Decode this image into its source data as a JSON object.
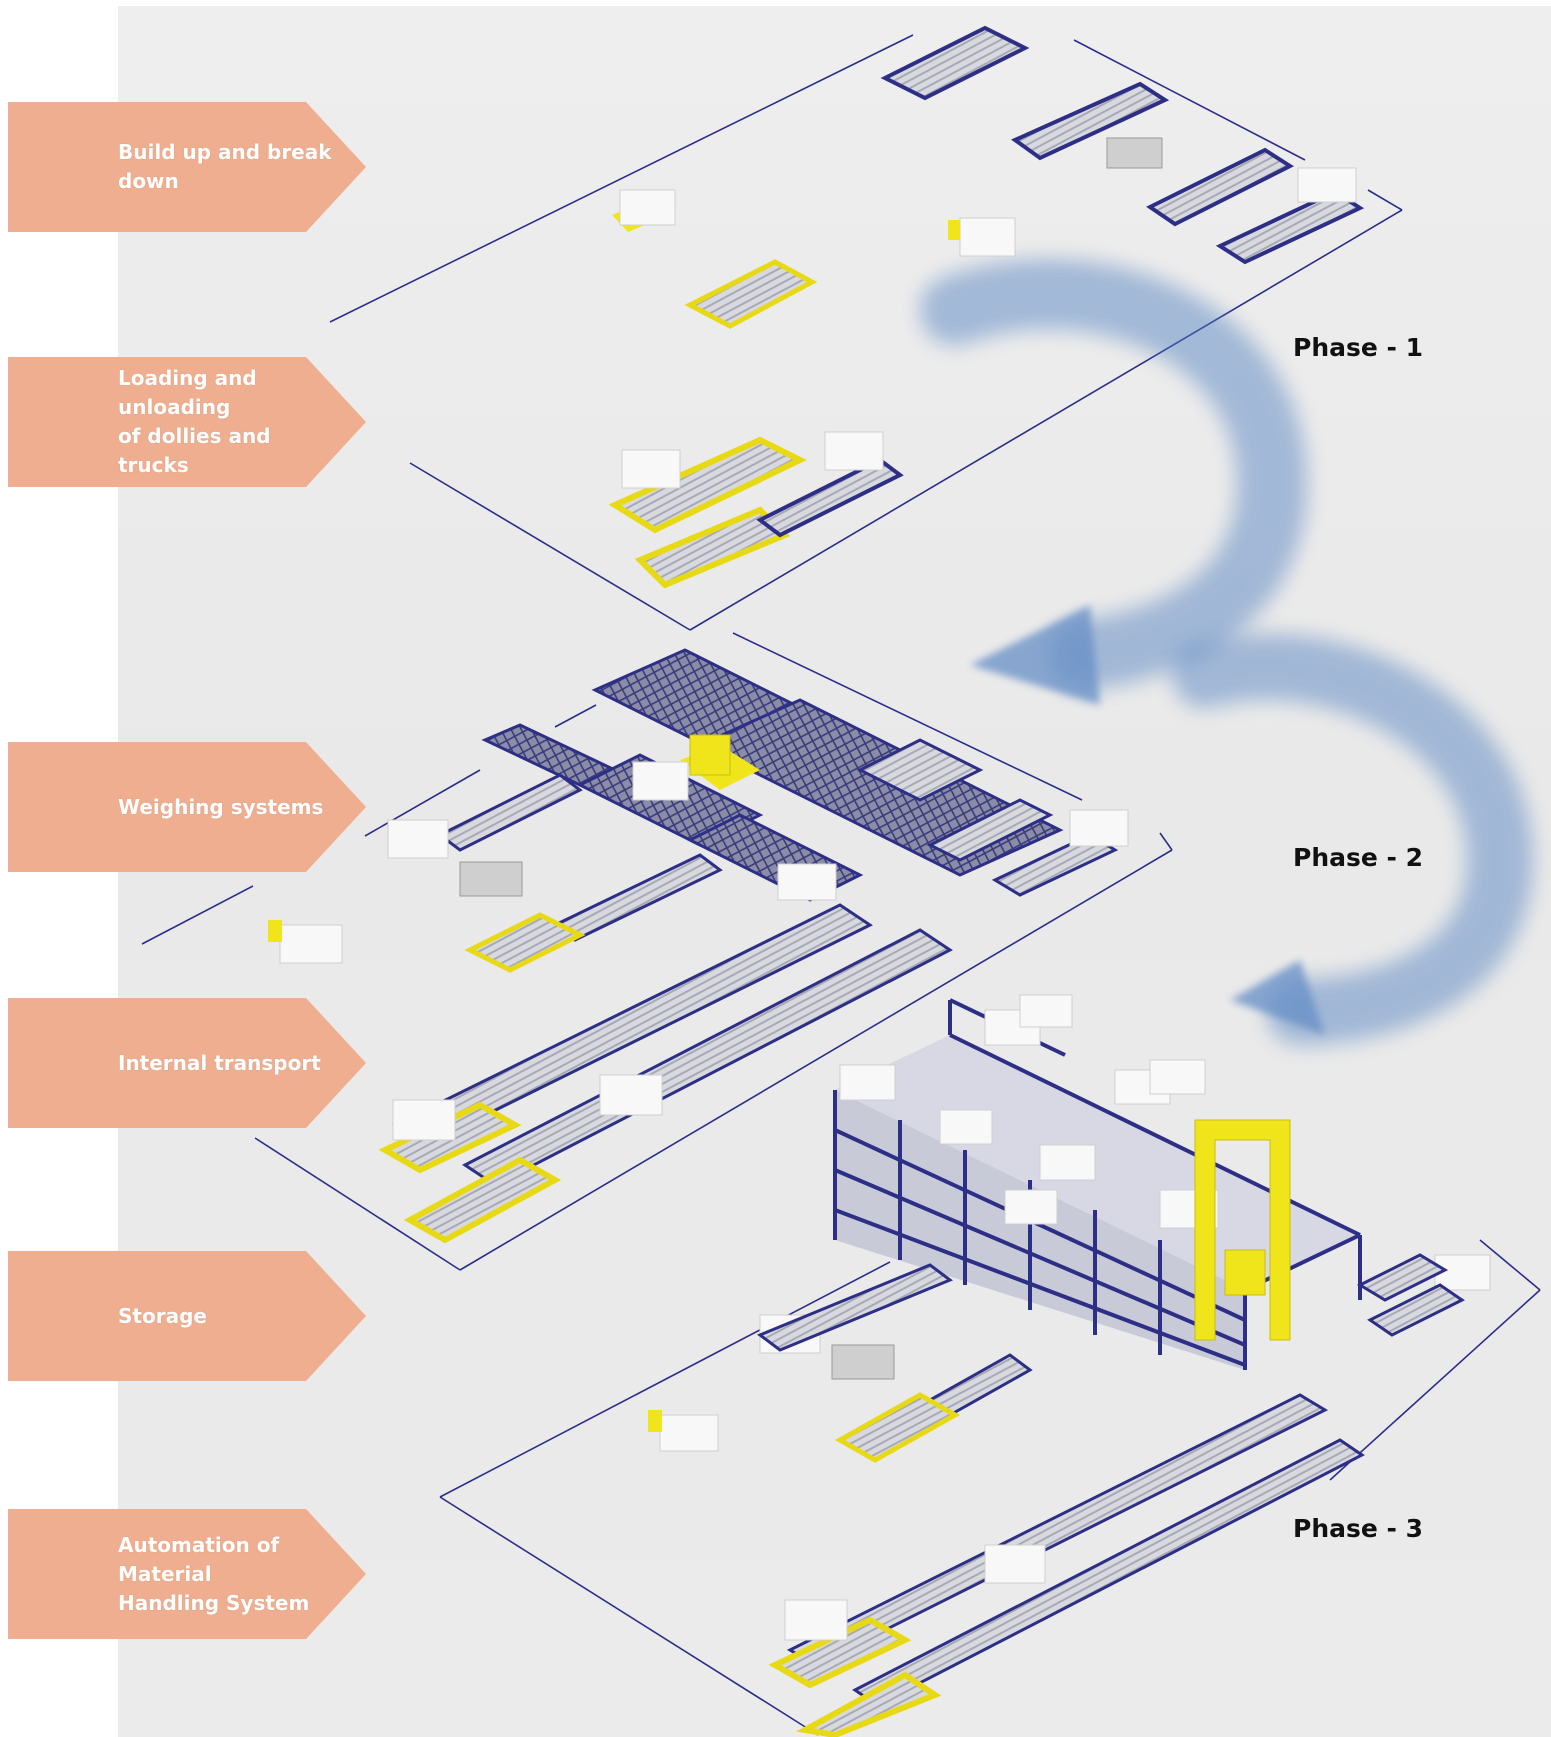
{
  "process_steps": [
    {
      "label": "Build up and break down"
    },
    {
      "label": "Loading and unloading\nof dollies and trucks"
    },
    {
      "label": "Weighing systems"
    },
    {
      "label": "Internal transport"
    },
    {
      "label": "Storage"
    },
    {
      "label": "Automation of Material\nHandling System"
    }
  ],
  "phases": [
    {
      "label": "Phase - 1"
    },
    {
      "label": "Phase - 2"
    },
    {
      "label": "Phase - 3"
    }
  ],
  "colors": {
    "banner": "#eeae8f",
    "arrow": "#4f7fc0",
    "conveyor_frame": "#2d2f86",
    "machinery": "#f0e51a",
    "floor_outline": "#2c2e8a",
    "background": "#ebebeb"
  },
  "icons": {
    "flow_arrows": "curved-arrow-icon",
    "equipment": "conveyor-icon",
    "rack": "storage-rack-icon"
  }
}
